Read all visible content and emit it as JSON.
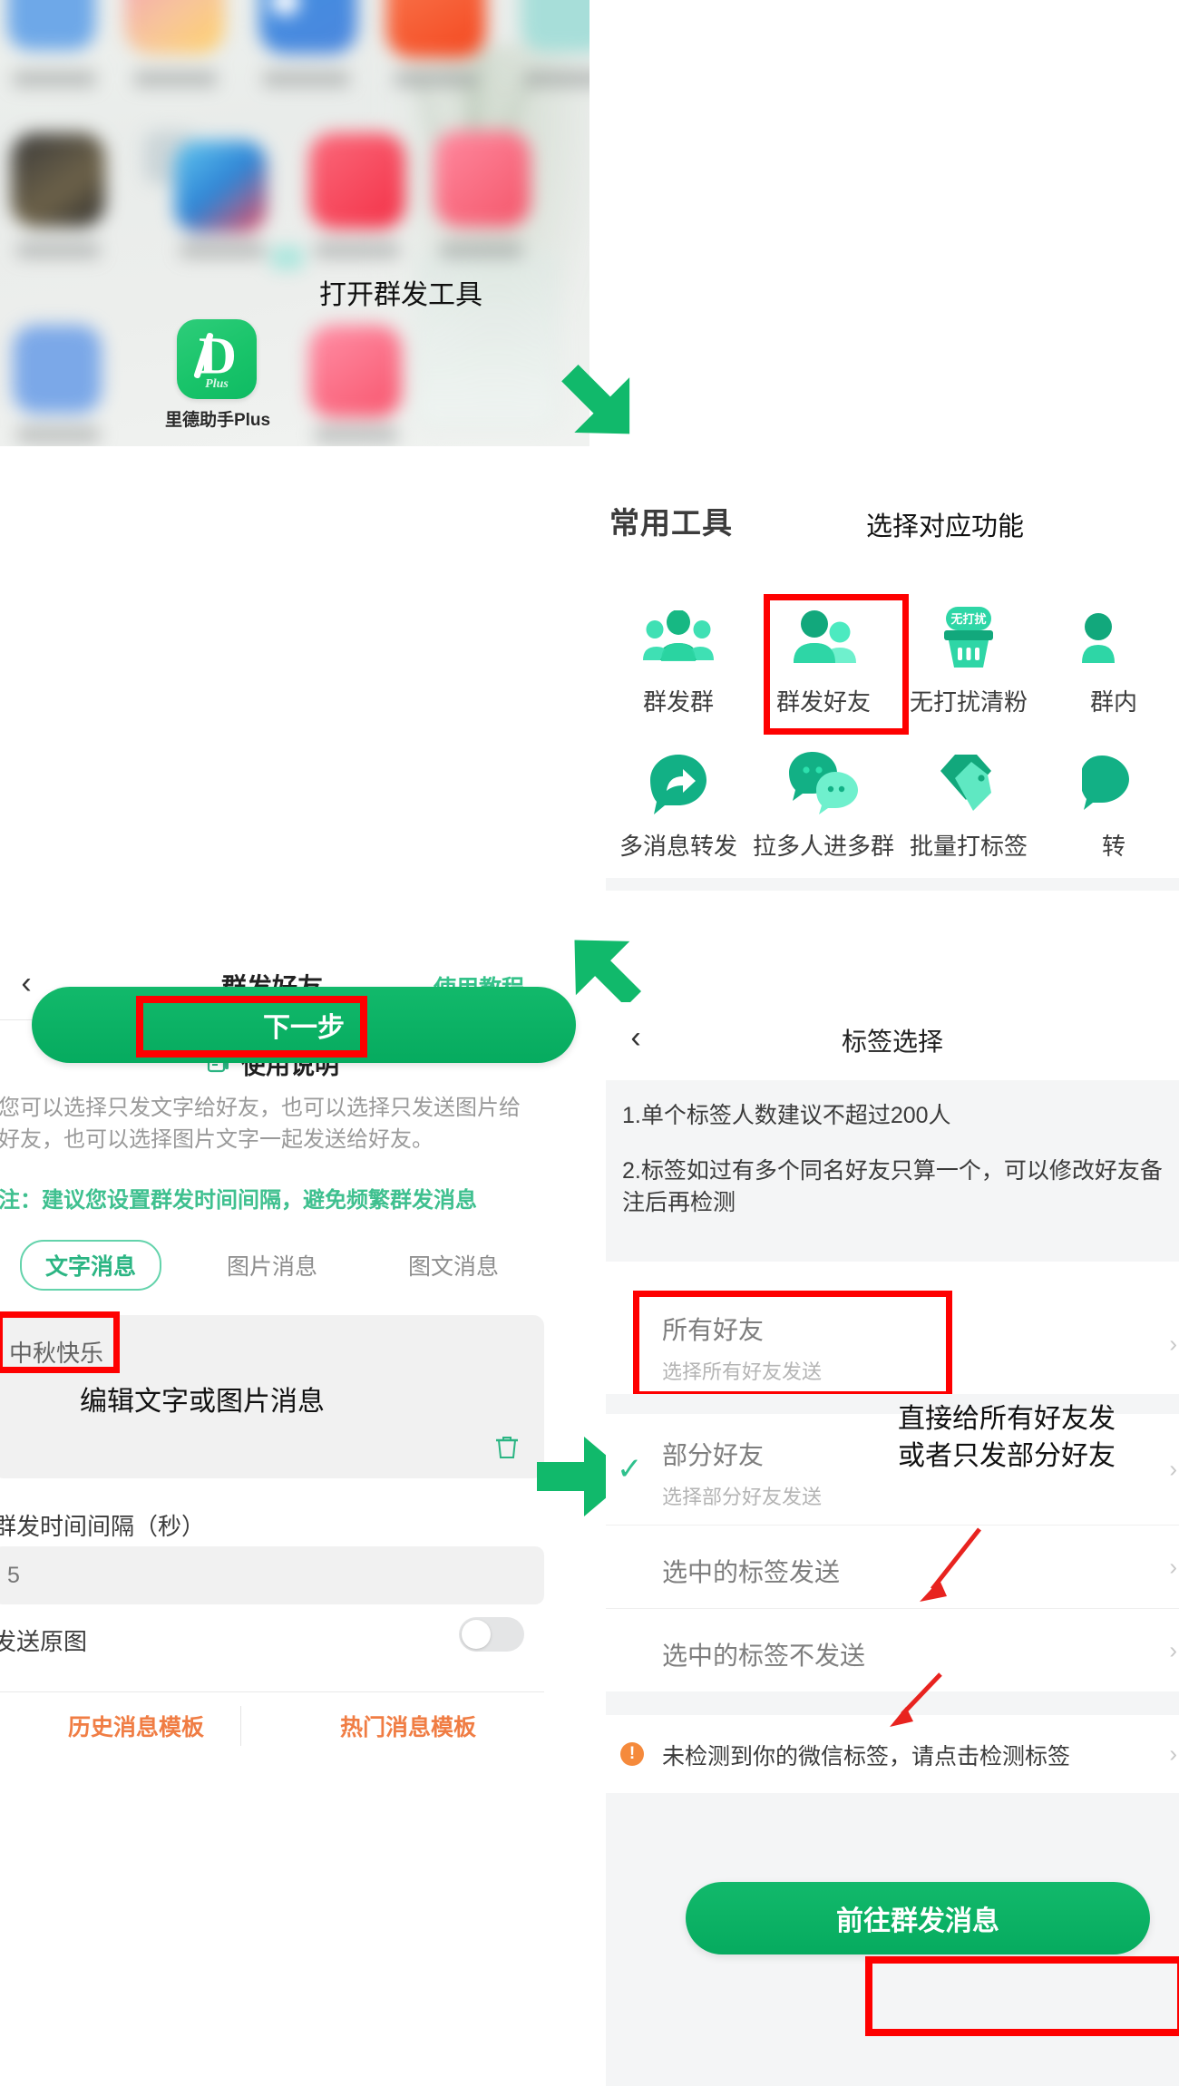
{
  "home_screen": {
    "app": {
      "label": "里德助手Plus",
      "mark": "D",
      "plus": "Plus"
    },
    "annotation": "打开群发工具"
  },
  "tools_panel": {
    "title": "常用工具",
    "annotation": "选择对应功能",
    "items": [
      {
        "label": "群发群",
        "icon": "group-people-icon",
        "highlighted": false
      },
      {
        "label": "群发好友",
        "icon": "two-people-icon",
        "highlighted": true
      },
      {
        "label": "无打扰清粉",
        "icon": "no-disturb-filter-icon",
        "highlighted": false
      },
      {
        "label": "群内",
        "icon": "group-inner-icon",
        "highlighted": false
      },
      {
        "label": "多消息转发",
        "icon": "forward-bubble-icon",
        "highlighted": false
      },
      {
        "label": "拉多人进多群",
        "icon": "chat-bubbles-icon",
        "highlighted": false
      },
      {
        "label": "批量打标签",
        "icon": "tags-icon",
        "highlighted": false
      },
      {
        "label": "转",
        "icon": "transfer-icon",
        "highlighted": false
      }
    ]
  },
  "bulk_screen": {
    "back_icon": "chevron-left-icon",
    "title": "群发好友",
    "tutorial_link": "使用教程",
    "instruction_title": "使用说明",
    "instruction_icon": "document-icon",
    "instruction_body": "您可以选择只发文字给好友，也可以选择只发送图片给好友，也可以选择图片文字一起发送给好友。",
    "instruction_note": "注：建议您设置群发时间间隔，避免频繁群发消息",
    "tabs": [
      {
        "label": "文字消息",
        "active": true
      },
      {
        "label": "图片消息",
        "active": false
      },
      {
        "label": "图文消息",
        "active": false
      }
    ],
    "message_value": "中秋快乐",
    "trash_icon": "trash-icon",
    "annotation": "编辑文字或图片消息",
    "interval_label": "群发时间间隔（秒）",
    "interval_value": "5",
    "original_image_label": "发送原图",
    "original_image_on": false,
    "template_buttons": [
      "历史消息模板",
      "热门消息模板"
    ],
    "next_button": "下一步"
  },
  "tag_screen": {
    "back_icon": "chevron-left-icon",
    "title": "标签选择",
    "tips": [
      "1.单个标签人数建议不超过200人",
      "2.标签如过有多个同名好友只算一个，可以修改好友备注后再检测"
    ],
    "rows": [
      {
        "main": "所有好友",
        "sub": "选择所有好友发送",
        "checked": false,
        "chevron": "›",
        "highlighted": true
      },
      {
        "main": "部分好友",
        "sub": "选择部分好友发送",
        "checked": true,
        "chevron": "›",
        "highlighted": false
      },
      {
        "main": "选中的标签发送",
        "sub": "",
        "checked": false,
        "chevron": "›",
        "highlighted": false
      },
      {
        "main": "选中的标签不发送",
        "sub": "",
        "checked": false,
        "chevron": "›",
        "highlighted": false
      }
    ],
    "detect_row": {
      "icon": "warning-dot-icon",
      "badge": "!",
      "text": "未检测到你的微信标签，请点击检测标签",
      "chevron": "›"
    },
    "annotation": "直接给所有好友发\n或者只发部分好友",
    "annotation_line1": "直接给所有好友发",
    "annotation_line2": "或者只发部分好友",
    "goto_button": "前往群发消息"
  },
  "colors": {
    "brand_green": "#0fb968",
    "accent_green": "#2bb583",
    "highlight_red": "#fe0000",
    "arrow_green": "#11b96b",
    "orange": "#f07d44",
    "arrow_red": "#e8231f"
  }
}
